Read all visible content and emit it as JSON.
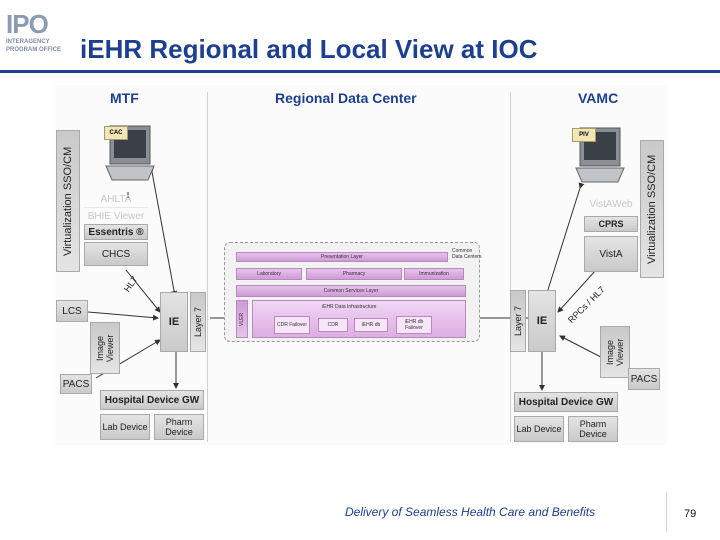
{
  "header": {
    "logo_text": "IPO",
    "logo_sub1": "INTERAGENCY",
    "logo_sub2": "PROGRAM OFFICE",
    "title": "iEHR Regional and Local View at IOC"
  },
  "mtf": {
    "heading": "MTF",
    "cac": "CAC",
    "virtualization": "Virtualization SSO/CM",
    "apps": [
      "AHLTA",
      "BHIE Viewer",
      "Essentris ®",
      "CHCS"
    ],
    "lcs": "LCS",
    "hl7": "HL7",
    "ie": "IE",
    "layer7": "Layer 7",
    "image_viewer": "Image Viewer",
    "pacs": "PACS",
    "gateway": "Hospital Device GW",
    "devices": [
      "Lab Device",
      "Pharm Device"
    ]
  },
  "rdc": {
    "heading": "Regional Data Center",
    "common_data_centers": "Common Data Centers",
    "presentation_layer": "Presentation Layer",
    "services": [
      "Laboratory",
      "Pharmacy",
      "Immunization"
    ],
    "common_services_layer": "Common Services Layer",
    "vler": "VLER",
    "infrastructure": "iEHR Data Infrastructure",
    "data_items": [
      "CDR Failover",
      "CDR",
      "iEHR db",
      "iEHR db Failover"
    ]
  },
  "vamc": {
    "heading": "VAMC",
    "piv": "PIV",
    "virtualization": "Virtualization SSO/CM",
    "apps": [
      "VistAWeb",
      "CPRS",
      "VistA"
    ],
    "rpcs": "RPCs / HL7",
    "ie": "IE",
    "layer7": "Layer 7",
    "image_viewer": "Image Viewer",
    "pacs": "PACS",
    "gateway": "Hospital Device GW",
    "devices": [
      "Lab Device",
      "Pharm Device"
    ]
  },
  "footer": {
    "tagline": "Delivery of Seamless Health Care and Benefits",
    "page_number": "79"
  }
}
